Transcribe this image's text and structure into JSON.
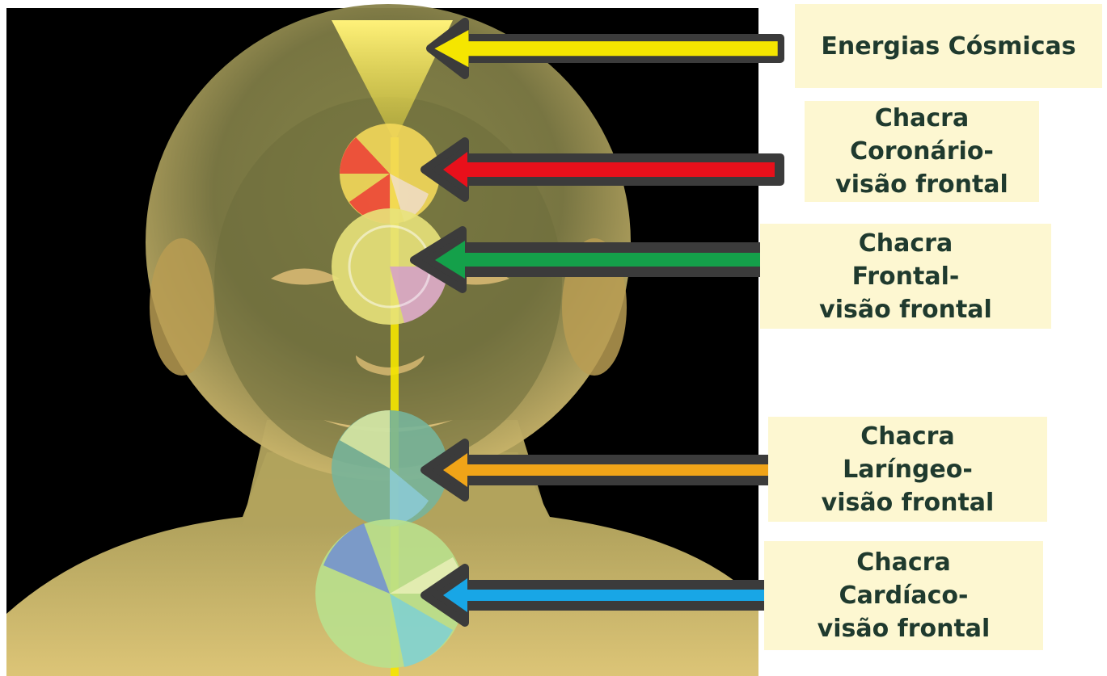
{
  "diagram": {
    "colors": {
      "background": "#000000",
      "body": "#b7a257",
      "energy": "#f5e600",
      "label_background": "#fdf7d1",
      "label_text": "#1f3a2e",
      "arrow_outline": "#3b3b3b"
    },
    "labels": {
      "energias": [
        "Energias Cósmicas"
      ],
      "coronario": [
        "Chacra",
        "Coronário-",
        "visão frontal"
      ],
      "frontal": [
        "Chacra",
        "Frontal-",
        "visão frontal"
      ],
      "laringeo": [
        "Chacra",
        "Laríngeo-",
        "visão frontal"
      ],
      "cardiaco": [
        "Chacra",
        "Cardíaco-",
        "visão frontal"
      ]
    },
    "arrows": [
      {
        "name": "arrow-energias",
        "color": "#f5e600"
      },
      {
        "name": "arrow-coronario",
        "color": "#e8101b"
      },
      {
        "name": "arrow-frontal",
        "color": "#14a04a"
      },
      {
        "name": "arrow-laringeo",
        "color": "#f0a418"
      },
      {
        "name": "arrow-cardiaco",
        "color": "#18a6e6"
      }
    ]
  }
}
